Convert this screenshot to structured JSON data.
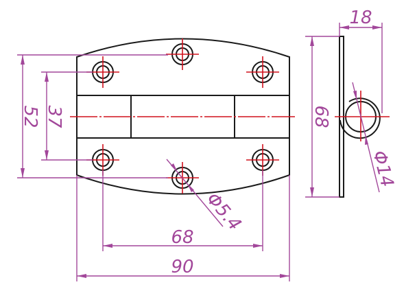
{
  "title": "Hinge drawing",
  "dimensions": {
    "height_outer": "52",
    "height_holes": "37",
    "hole_spacing": "68",
    "width": "90",
    "hole_diameter": "Φ5.4",
    "side_height": "68",
    "side_depth": "18",
    "knuckle_diameter": "Φ14"
  },
  "colors": {
    "object": "#1a1a1a",
    "centerline": "#d0101c",
    "dimension": "#a2479a"
  }
}
